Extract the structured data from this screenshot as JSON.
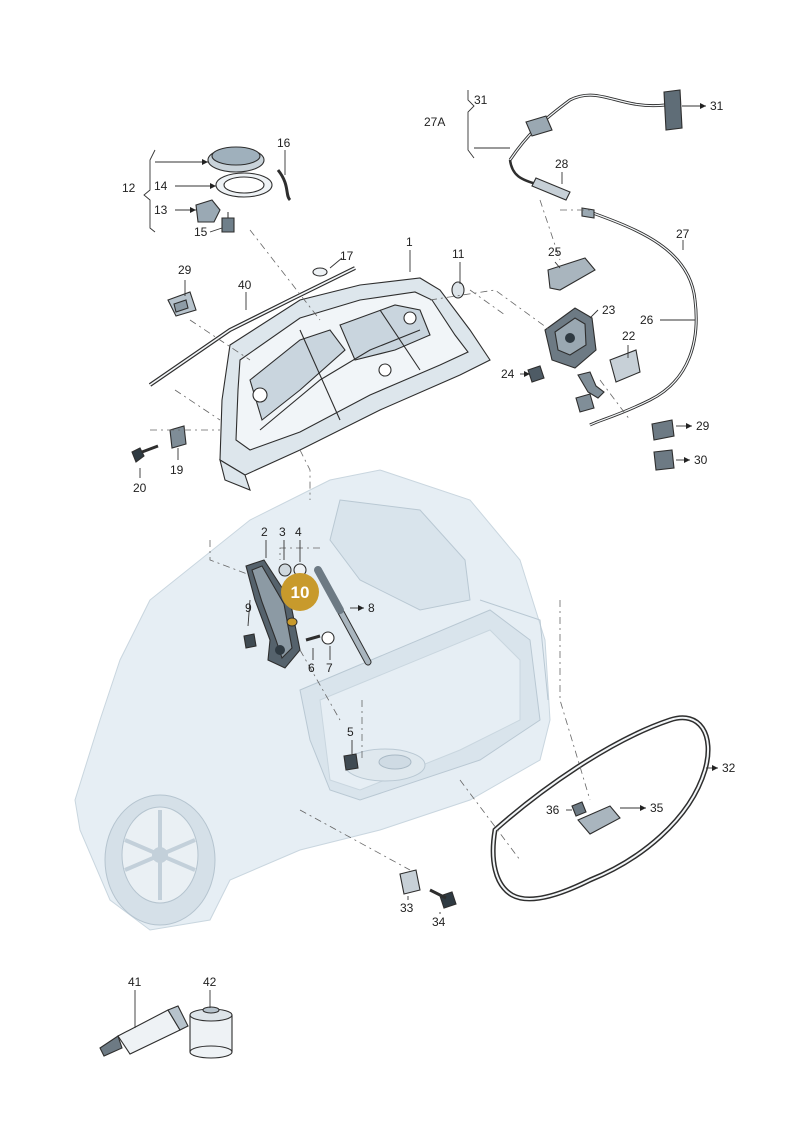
{
  "labels": {
    "l1": "1",
    "l2": "2",
    "l3": "3",
    "l4": "4",
    "l5": "5",
    "l6": "6",
    "l7": "7",
    "l8": "8",
    "l9": "9",
    "l10": "10",
    "l11": "11",
    "l12": "12",
    "l13": "13",
    "l14": "14",
    "l15": "15",
    "l16": "16",
    "l17": "17",
    "l19": "19",
    "l20": "20",
    "l22": "22",
    "l23": "23",
    "l24": "24",
    "l25": "25",
    "l26": "26",
    "l27": "27",
    "l27a": "27A",
    "l28": "28",
    "l29a": "29",
    "l29b": "29",
    "l30": "30",
    "l31a": "31",
    "l31b": "31",
    "l32": "32",
    "l33": "33",
    "l34": "34",
    "l35": "35",
    "l36": "36",
    "l40": "40",
    "l41": "41",
    "l42": "42"
  },
  "highlight": {
    "label": "10",
    "color": "#c89a2c"
  },
  "colors": {
    "car_body": "#e6eef4",
    "line": "#2e2e2e"
  }
}
